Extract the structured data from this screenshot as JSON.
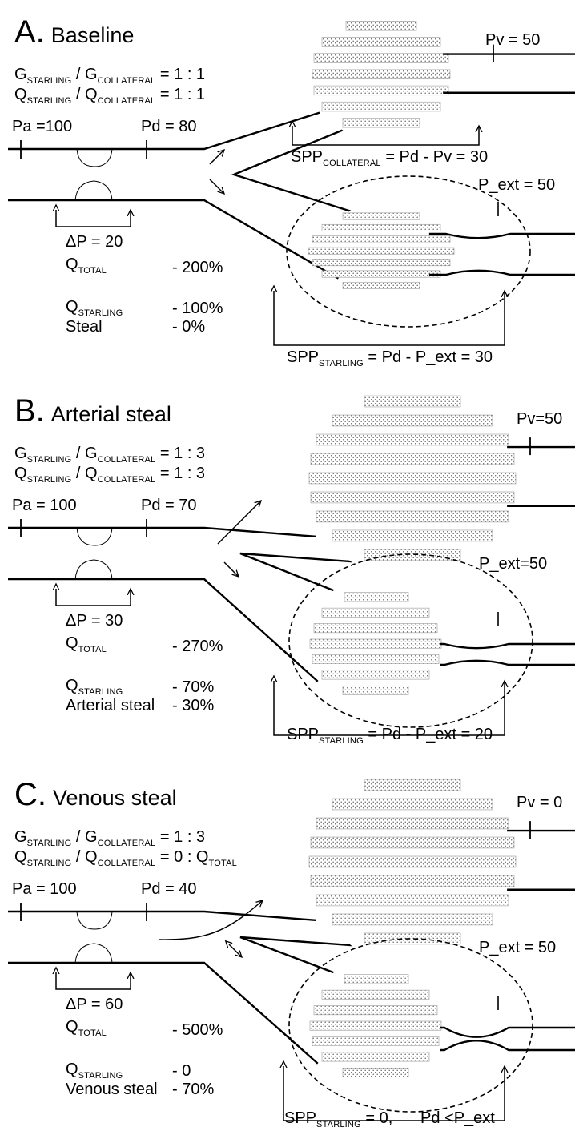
{
  "panels": [
    {
      "letter": "A.",
      "title": "Baseline",
      "g_ratio": "1 : 1",
      "q_ratio": "1 : 1",
      "pa": "Pa =100",
      "pd": "Pd = 80",
      "pv": "Pv = 50",
      "p_ext": "P_ext = 50",
      "delta_p": "ΔP = 20",
      "q_total_value": "- 200%",
      "q_starling_value": "- 100%",
      "steal_label": "Steal",
      "steal_value": "- 0%",
      "spp_collateral_expr": "= Pd - Pv = 30",
      "spp_starling_expr": "= Pd - P_ext = 30"
    },
    {
      "letter": "B.",
      "title": "Arterial steal",
      "g_ratio": "1 : 3",
      "q_ratio": "1 : 3",
      "pa": "Pa = 100",
      "pd": "Pd = 70",
      "pv": "Pv=50",
      "p_ext": "P_ext=50",
      "delta_p": "ΔP = 30",
      "q_total_value": "- 270%",
      "q_starling_value": "- 70%",
      "steal_label": "Arterial steal",
      "steal_value": "- 30%",
      "spp_starling_expr": "= Pd - P_ext = 20"
    },
    {
      "letter": "C.",
      "title": "Venous steal",
      "g_ratio": "1 : 3",
      "q_ratio": "0 : Q",
      "q_ratio_sub": "TOTAL",
      "pa": "Pa = 100",
      "pd": "Pd = 40",
      "pv": "Pv = 0",
      "p_ext": "P_ext = 50",
      "delta_p": "ΔP = 60",
      "q_total_value": "- 500%",
      "q_starling_value": "- 0",
      "steal_label": "Venous steal",
      "steal_value": "- 70%",
      "spp_starling_expr": "= 0,",
      "spp_condition": "Pd <P_ext"
    }
  ],
  "labels": {
    "g": "G",
    "q": "Q",
    "spp": "SPP",
    "sub_starling": "STARLING",
    "sub_collateral": "COLLATERAL",
    "sub_total": "TOTAL",
    "slash": "/",
    "eq": "="
  }
}
